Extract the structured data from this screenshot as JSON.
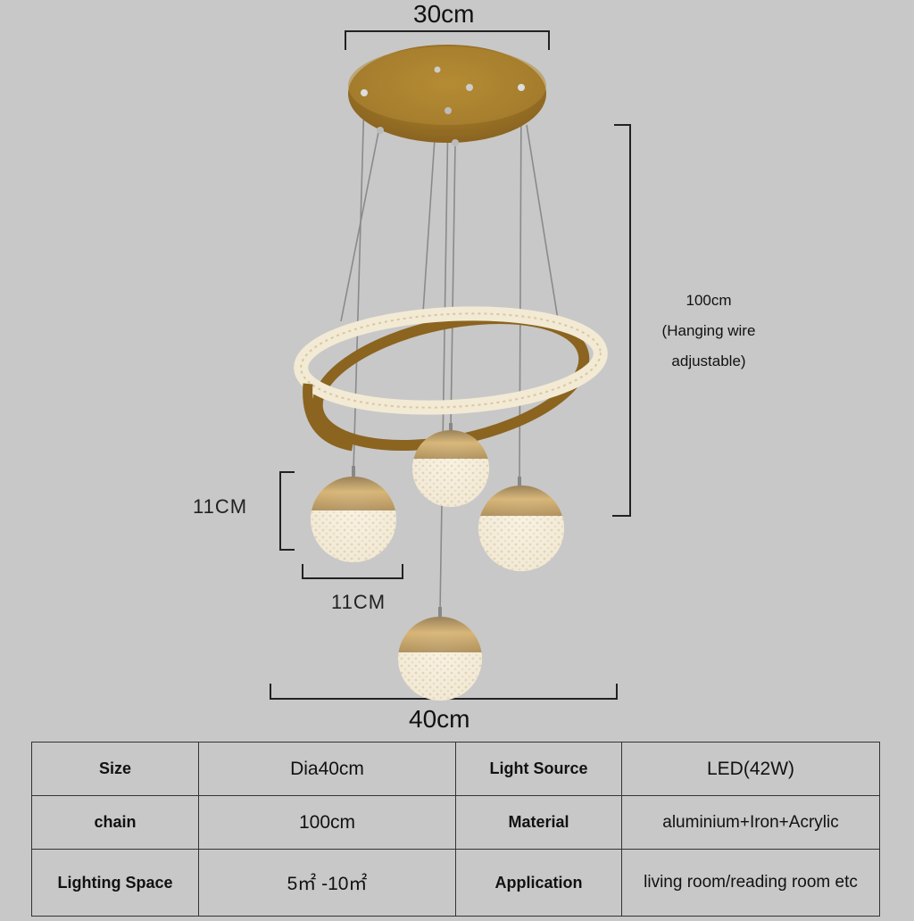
{
  "dimensions": {
    "top_width": "30cm",
    "bottom_width": "40cm",
    "globe_height": "11CM",
    "globe_width": "11CM",
    "hanging_length": "100cm",
    "hanging_note_line1": "(Hanging wire",
    "hanging_note_line2": "adjustable)"
  },
  "specs": [
    {
      "label1": "Size",
      "value1": "Dia40cm",
      "label2": "Light Source",
      "value2": "LED(42W)"
    },
    {
      "label1": "chain",
      "value1": "100cm",
      "label2": "Material",
      "value2": "aluminium+Iron+Acrylic"
    },
    {
      "label1": "Lighting Space",
      "value1": "5㎡ -10㎡",
      "label2": "Application",
      "value2": "living room/reading room etc"
    }
  ],
  "colors": {
    "background": "#c8c8c8",
    "gold": "#a8802a",
    "crystal": "#f3ecd9"
  }
}
